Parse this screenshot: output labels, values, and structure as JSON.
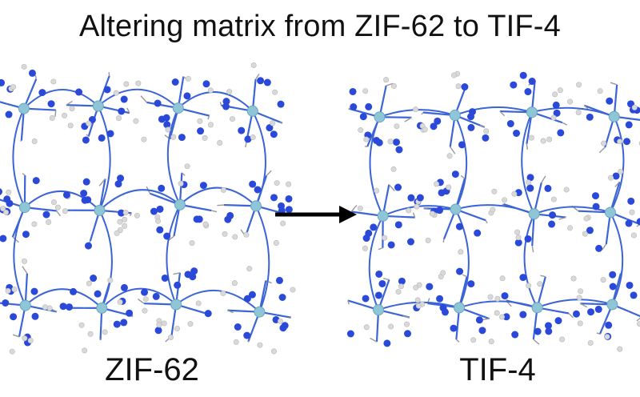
{
  "title": "Altering matrix from ZIF-62 to TIF-4",
  "structures": [
    {
      "label": "ZIF-62"
    },
    {
      "label": "TIF-4"
    }
  ],
  "colors": {
    "nitrogen": "#2a49d8",
    "metal": "#8ec6d8",
    "hydrogen": "#d9d9d9",
    "bond": "#3b64d6",
    "arrow": "#000000"
  }
}
